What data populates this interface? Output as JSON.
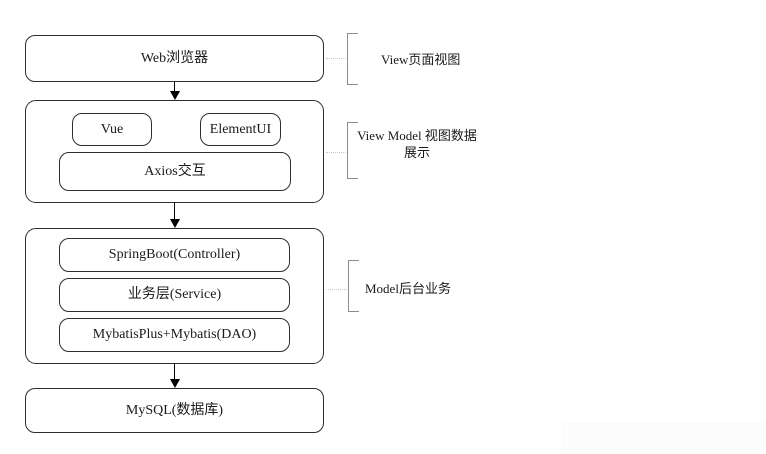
{
  "diagram": {
    "boxes": {
      "web_browser": "Web浏览器",
      "vue": "Vue",
      "element_ui": "ElementUI",
      "axios": "Axios交互",
      "springboot_controller": "SpringBoot(Controller)",
      "service_layer": "业务层(Service)",
      "mybatis_dao": "MybatisPlus+Mybatis(DAO)",
      "mysql": "MySQL(数据库)"
    },
    "bracket_labels": {
      "view": "View页面视图",
      "view_model": "View Model 视图数据展示",
      "model": "Model后台业务"
    },
    "colors": {
      "box_border": "#2e2e2e",
      "text": "#1a1a1a",
      "arrow": "#000000",
      "bracket": "#8c8c8c",
      "connector_dots": "#c8c8c8",
      "background": "#ffffff",
      "bottom_right_strip": "#fcfcfc"
    }
  }
}
